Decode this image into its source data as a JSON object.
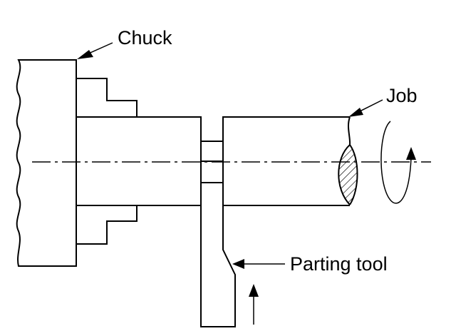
{
  "labels": {
    "chuck": "Chuck",
    "job": "Job",
    "parting_tool": "Parting tool"
  },
  "colors": {
    "line": "#000000",
    "background": "#ffffff"
  }
}
